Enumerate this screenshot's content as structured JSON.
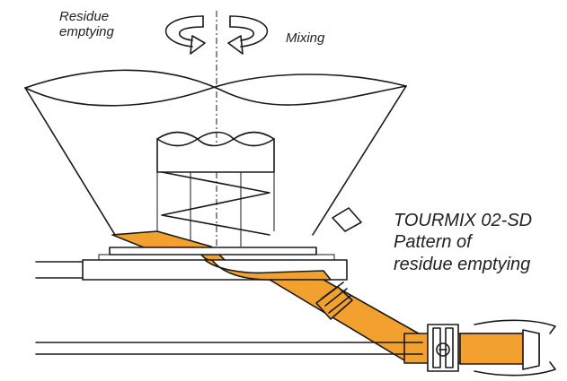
{
  "labels": {
    "residue_emptying": [
      "Residue",
      "emptying"
    ],
    "mixing": "Mixing",
    "product": [
      "TOURMIX 02-SD",
      "Pattern of",
      "residue emptying"
    ]
  },
  "colors": {
    "flow": "#f2a12e",
    "line": "#1a1a1a",
    "background": "#ffffff"
  },
  "icons": {
    "rotation": "rotation-arrows-icon"
  }
}
